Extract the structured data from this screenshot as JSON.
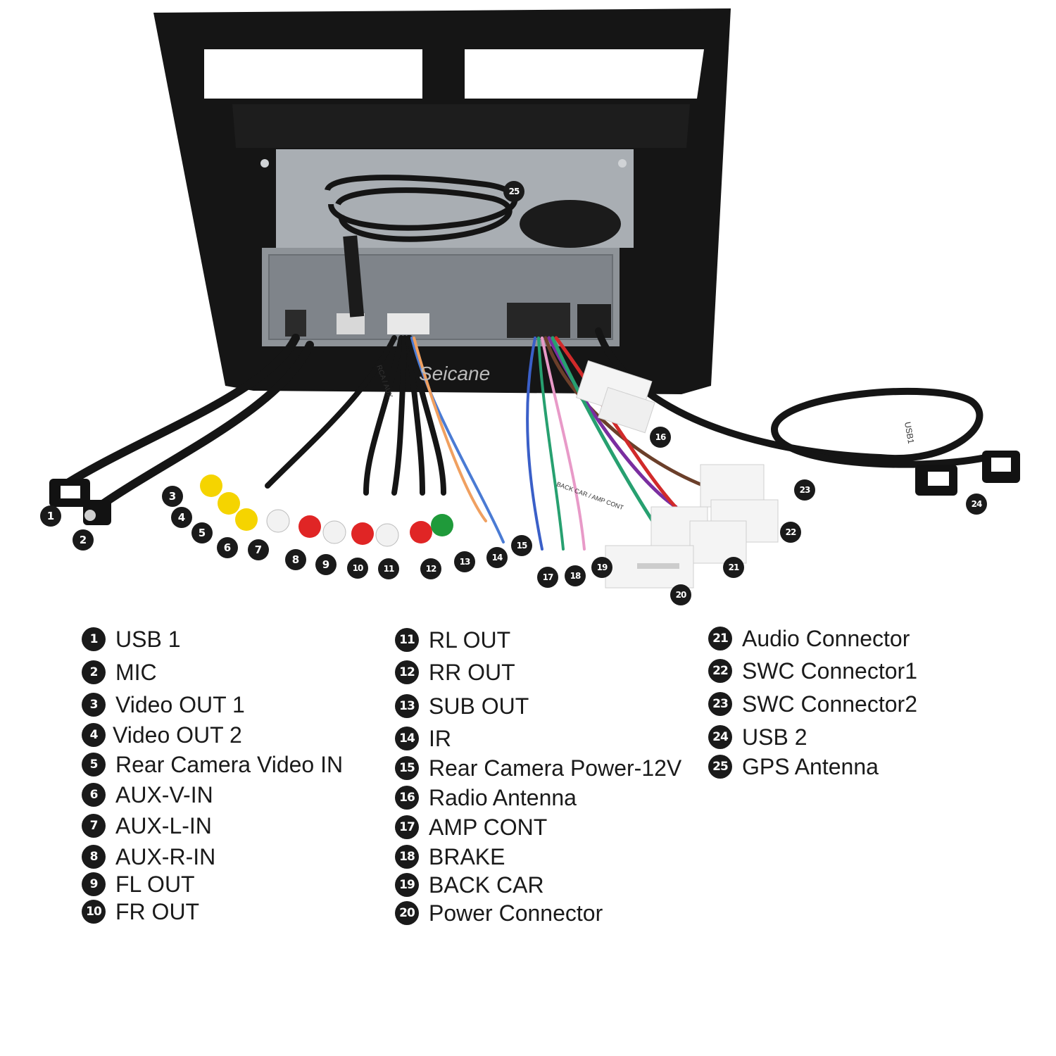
{
  "photo": {
    "watermark": "Seicane",
    "tags": {
      "usb_tag": "USB1",
      "rca_tag": "RCA / AUX",
      "amp_tag": "BACK CAR / AMP CONT"
    }
  },
  "markers": [
    "1",
    "2",
    "3",
    "4",
    "5",
    "6",
    "7",
    "8",
    "9",
    "10",
    "11",
    "12",
    "13",
    "14",
    "15",
    "16",
    "17",
    "18",
    "19",
    "20",
    "21",
    "22",
    "23",
    "24",
    "25"
  ],
  "legend": {
    "columns": [
      [
        {
          "num": "1",
          "label": "USB 1"
        },
        {
          "num": "2",
          "label": "MIC"
        },
        {
          "num": "3",
          "label": "Video OUT 1"
        },
        {
          "num": "4",
          "label": "Video OUT 2"
        },
        {
          "num": "5",
          "label": "Rear Camera Video IN"
        },
        {
          "num": "6",
          "label": "AUX-V-IN"
        },
        {
          "num": "7",
          "label": "AUX-L-IN"
        },
        {
          "num": "8",
          "label": "AUX-R-IN"
        },
        {
          "num": "9",
          "label": "FL OUT"
        },
        {
          "num": "10",
          "label": "FR OUT"
        }
      ],
      [
        {
          "num": "11",
          "label": "RL OUT"
        },
        {
          "num": "12",
          "label": "RR OUT"
        },
        {
          "num": "13",
          "label": "SUB OUT"
        },
        {
          "num": "14",
          "label": "IR"
        },
        {
          "num": "15",
          "label": "Rear Camera Power-12V"
        },
        {
          "num": "16",
          "label": "Radio Antenna"
        },
        {
          "num": "17",
          "label": "AMP CONT"
        },
        {
          "num": "18",
          "label": "BRAKE"
        },
        {
          "num": "19",
          "label": "BACK CAR"
        },
        {
          "num": "20",
          "label": "Power Connector"
        }
      ],
      [
        {
          "num": "21",
          "label": "Audio Connector"
        },
        {
          "num": "22",
          "label": "SWC Connector1"
        },
        {
          "num": "23",
          "label": "SWC Connector2"
        },
        {
          "num": "24",
          "label": "USB 2"
        },
        {
          "num": "25",
          "label": "GPS Antenna"
        }
      ]
    ]
  }
}
